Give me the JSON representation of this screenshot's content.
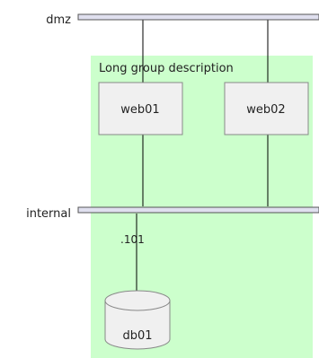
{
  "colors": {
    "group_fill": "#ccffcc",
    "node_fill": "#f0f0f0",
    "node_stroke": "#888888",
    "bus_fill": "#e0e0ef",
    "bus_stroke": "#555555",
    "line": "#000000"
  },
  "networks": {
    "dmz": {
      "label": "dmz"
    },
    "internal": {
      "label": "internal"
    }
  },
  "group": {
    "label": "Long group description"
  },
  "nodes": {
    "web01": {
      "label": "web01",
      "shape": "box"
    },
    "web02": {
      "label": "web02",
      "shape": "box"
    },
    "db01": {
      "label": "db01",
      "shape": "cylinder"
    }
  },
  "links": [
    {
      "node": "web01",
      "network": "dmz",
      "address": ""
    },
    {
      "node": "web02",
      "network": "dmz",
      "address": ""
    },
    {
      "node": "web01",
      "network": "internal",
      "address": ""
    },
    {
      "node": "web02",
      "network": "internal",
      "address": ""
    },
    {
      "node": "db01",
      "network": "internal",
      "address": ".101"
    }
  ]
}
